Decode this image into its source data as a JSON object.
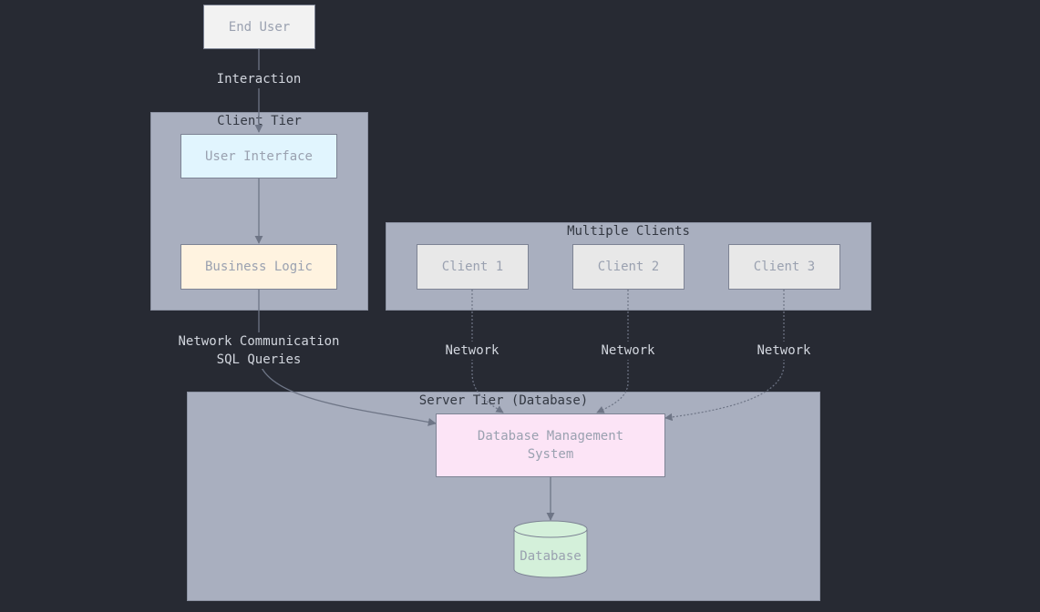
{
  "diagram": {
    "clusters": {
      "client_tier": "Client Tier",
      "multiple_clients": "Multiple Clients",
      "server_tier": "Server Tier (Database)"
    },
    "nodes": {
      "end_user": "End User",
      "user_interface": "User Interface",
      "business_logic": "Business Logic",
      "client_1": "Client 1",
      "client_2": "Client 2",
      "client_3": "Client 3",
      "dbms": "Database Management\nSystem",
      "database": "Database"
    },
    "edge_labels": {
      "interaction": "Interaction",
      "network_communication": "Network Communication",
      "sql_queries": "SQL Queries",
      "network_1": "Network",
      "network_2": "Network",
      "network_3": "Network"
    },
    "colors": {
      "background": "#272a33",
      "cluster_fill": "#a9afbf",
      "end_user_fill": "#f2f2f2",
      "user_interface_fill": "#e1f5fe",
      "business_logic_fill": "#fff3e0",
      "client_fill": "#e8e8e8",
      "dbms_fill": "#fce4f6",
      "database_fill": "#d4f0da",
      "edge_color": "#6e7586"
    }
  }
}
